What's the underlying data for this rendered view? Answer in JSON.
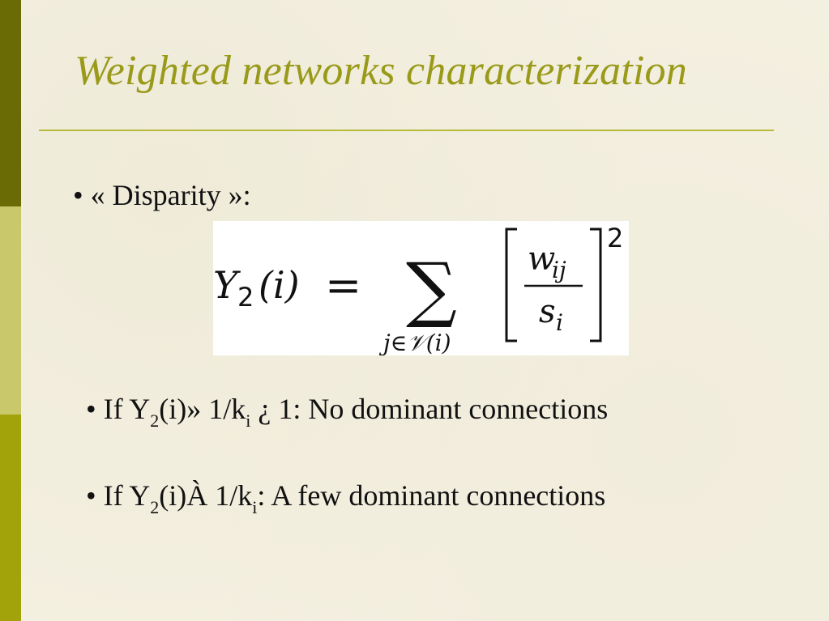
{
  "slide": {
    "title": "Weighted networks characterization",
    "bullet1": {
      "marker": "•",
      "text": "« Disparity »:"
    },
    "formula": {
      "lhs_symbol": "Y",
      "lhs_subscript": "2",
      "lhs_arg": "(i)",
      "equals": "=",
      "sum_symbol": "∑",
      "sum_index": "j∈𝒱(i)",
      "numerator": "w",
      "numerator_sub": "ij",
      "denominator": "s",
      "denominator_sub": "i",
      "exponent": "2"
    },
    "bullet2": {
      "marker": "•",
      "pre": "If Y",
      "sub": "2",
      "mid": "(i)» 1/k",
      "sub2": "i",
      "post": " ¿ 1: No dominant connections"
    },
    "bullet3": {
      "marker": "•",
      "pre": "If Y",
      "sub": "2",
      "mid": "(i)À 1/k",
      "sub2": "i",
      "post": ": A few dominant connections"
    }
  }
}
